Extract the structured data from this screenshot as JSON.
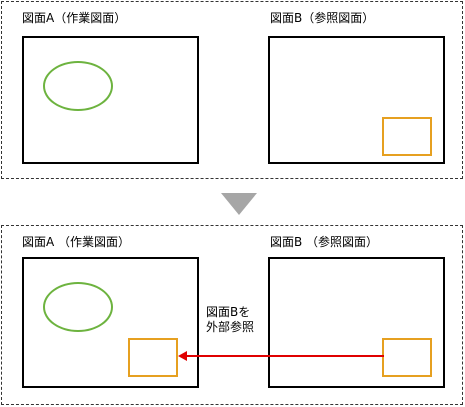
{
  "top": {
    "left_title": "図面A（作業図面）",
    "right_title": "図面B（参照図面）"
  },
  "bottom": {
    "left_title": "図面A （作業図面）",
    "right_title": "図面B （参照図面）",
    "note_line1": "図面Bを",
    "note_line2": "外部参照"
  },
  "colors": {
    "circle": "#6db33f",
    "rectangle": "#e6a020",
    "arrow": "#e00000",
    "triangle": "#a6a6a6"
  }
}
